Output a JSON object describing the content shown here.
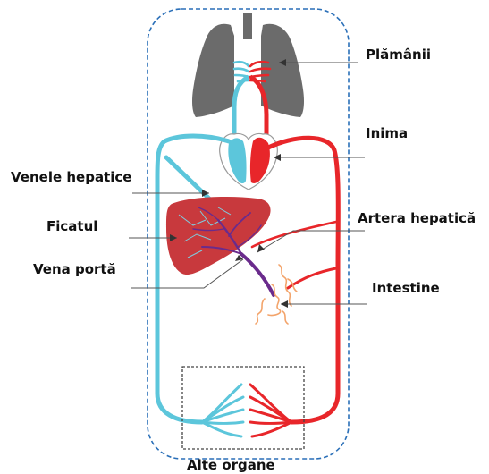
{
  "labels": {
    "lungs": "Plămânii",
    "heart": "Inima",
    "hepatic_veins": "Venele hepatice",
    "liver": "Ficatul",
    "hepatic_artery": "Artera hepatică",
    "portal_vein": "Vena portă",
    "intestines": "Intestine",
    "other_organs": "Alte organe"
  },
  "colors": {
    "oxygenated_blood": "#e8262a",
    "deoxygenated_blood": "#5cc6db",
    "portal_blood": "#6a2b8c",
    "liver": "#c8393d",
    "lungs": "#6b6b6b",
    "outline": "#2a6fb8"
  }
}
